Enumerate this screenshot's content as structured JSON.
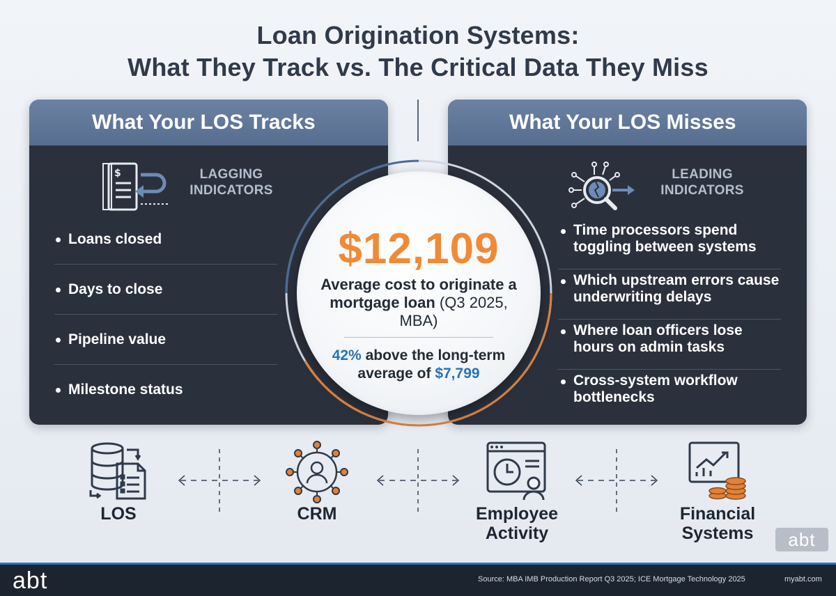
{
  "title": {
    "line1": "Loan Origination Systems:",
    "line2": "What They Track vs. The Critical Data They Miss"
  },
  "left_panel": {
    "header": "What Your LOS Tracks",
    "indicator_line1": "LAGGING",
    "indicator_line2": "INDICATORS",
    "icon": "ledger-return-icon",
    "items": [
      "Loans closed",
      "Days to close",
      "Pipeline value",
      "Milestone status"
    ]
  },
  "right_panel": {
    "header": "What Your LOS Misses",
    "indicator_line1": "LEADING",
    "indicator_line2": "INDICATORS",
    "icon": "magnifier-network-icon",
    "items": [
      "Time processors spend toggling between systems",
      "Which upstream errors cause underwriting delays",
      "Where loan officers lose hours on admin tasks",
      "Cross-system workflow bottlenecks"
    ]
  },
  "center": {
    "big_number": "$12,109",
    "desc_bold": "Average cost to originate a mortgage loan",
    "desc_normal": "(Q3 2025, MBA)",
    "pct": "42%",
    "pct_text": "above the long-term average of",
    "baseline": "$7,799"
  },
  "systems": [
    {
      "label": "LOS",
      "icon": "database-document-icon"
    },
    {
      "label": "CRM",
      "icon": "network-user-icon"
    },
    {
      "label": "Employee Activity",
      "icon": "clock-window-icon"
    },
    {
      "label": "Financial Systems",
      "icon": "chart-coins-icon"
    }
  ],
  "colors": {
    "accent_orange": "#f08a36",
    "accent_blue": "#2475b8",
    "panel_dark": "#2b313c",
    "panel_header": "#566d8f"
  },
  "badge": "abt",
  "footer": {
    "logo": "abt",
    "source": "Source: MBA IMB Production Report Q3 2025; ICE Mortgage Technology 2025",
    "url": "myabt.com"
  }
}
